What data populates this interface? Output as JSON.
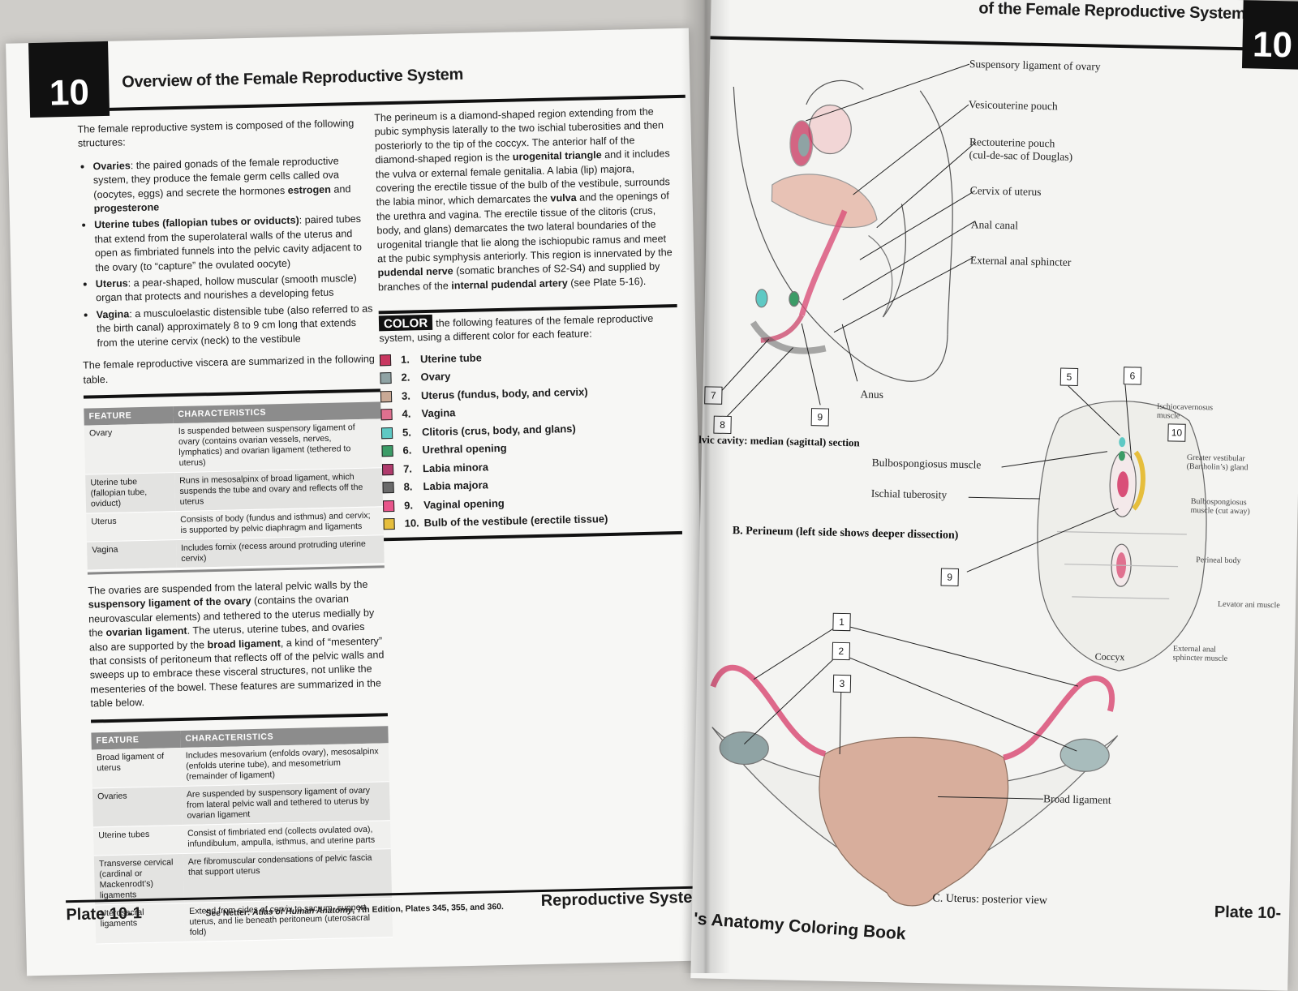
{
  "left_page": {
    "chapter_number": "10",
    "title": "Overview of the Female Reproductive System",
    "intro": "The female reproductive system is composed of the following structures:",
    "structures": [
      {
        "term": "Ovaries",
        "text_a": ": the paired gonads of the female reproductive system, they produce the female germ cells called ova (oocytes, eggs) and secrete the hormones ",
        "bold_a": "estrogen",
        "text_b": " and ",
        "bold_b": "progesterone",
        "text_c": ""
      },
      {
        "term": "Uterine tubes (fallopian tubes or oviducts)",
        "text_a": ": paired tubes that extend from the superolateral walls of the uterus and open as fimbriated funnels into the pelvic cavity adjacent to the ovary (to “capture” the ovulated oocyte)",
        "bold_a": "",
        "text_b": "",
        "bold_b": "",
        "text_c": ""
      },
      {
        "term": "Uterus",
        "text_a": ": a pear-shaped, hollow muscular (smooth muscle) organ that protects and nourishes a developing fetus",
        "bold_a": "",
        "text_b": "",
        "bold_b": "",
        "text_c": ""
      },
      {
        "term": "Vagina",
        "text_a": ": a musculoelastic distensible tube (also referred to as the birth canal) approximately 8 to 9 cm long that extends from the uterine cervix (neck) to the vestibule",
        "bold_a": "",
        "text_b": "",
        "bold_b": "",
        "text_c": ""
      }
    ],
    "table1_intro": "The female reproductive viscera are summarized in the following table.",
    "table1": {
      "headers": [
        "FEATURE",
        "CHARACTERISTICS"
      ],
      "rows": [
        [
          "Ovary",
          "Is suspended between suspensory ligament of ovary (contains ovarian vessels, nerves, lymphatics) and ovarian ligament (tethered to uterus)"
        ],
        [
          "Uterine tube (fallopian tube, oviduct)",
          "Runs in mesosalpinx of broad ligament, which suspends the tube and ovary and reflects off the uterus"
        ],
        [
          "Uterus",
          "Consists of body (fundus and isthmus) and cervix; is supported by pelvic diaphragm and ligaments"
        ],
        [
          "Vagina",
          "Includes fornix (recess around protruding uterine cervix)"
        ]
      ]
    },
    "ovary_paragraph": [
      {
        "t": "The ovaries are suspended from the lateral pelvic walls by the ",
        "b": false
      },
      {
        "t": "suspensory ligament of the ovary",
        "b": true
      },
      {
        "t": " (contains the ovarian neurovascular elements) and tethered to the uterus medially by the ",
        "b": false
      },
      {
        "t": "ovarian ligament",
        "b": true
      },
      {
        "t": ". The uterus, uterine tubes, and ovaries also are supported by the ",
        "b": false
      },
      {
        "t": "broad ligament",
        "b": true
      },
      {
        "t": ", a kind of “mesentery” that consists of peritoneum that reflects off of the pelvic walls and sweeps up to embrace these visceral structures, not unlike the mesenteries of the bowel. These features are summarized in the table below.",
        "b": false
      }
    ],
    "table2": {
      "headers": [
        "FEATURE",
        "CHARACTERISTICS"
      ],
      "rows": [
        [
          "Broad ligament of uterus",
          "Includes mesovarium (enfolds ovary), mesosalpinx (enfolds uterine tube), and mesometrium (remainder of ligament)"
        ],
        [
          "Ovaries",
          "Are suspended by suspensory ligament of ovary from lateral pelvic wall and tethered to uterus by ovarian ligament"
        ],
        [
          "Uterine tubes",
          "Consist of fimbriated end (collects ovulated ova), infundibulum, ampulla, isthmus, and uterine parts"
        ],
        [
          "Transverse cervical (cardinal or Mackenrodt’s) ligaments",
          "Are fibromuscular condensations of pelvic fascia that support uterus"
        ],
        [
          "Uterosacral ligaments",
          "Extend from sides of cervix to sacrum, support uterus, and lie beneath peritoneum (uterosacral fold)"
        ]
      ]
    },
    "perineum_paragraph": [
      {
        "t": "The perineum is a diamond-shaped region extending from the pubic symphysis laterally to the two ischial tuberosities and then posteriorly to the tip of the coccyx. The anterior half of the diamond-shaped region is the ",
        "b": false
      },
      {
        "t": "urogenital triangle",
        "b": true
      },
      {
        "t": " and it includes the vulva or external female genitalia. A labia (lip) majora, covering the erectile tissue of the bulb of the vestibule, surrounds the labia minor, which demarcates the ",
        "b": false
      },
      {
        "t": "vulva",
        "b": true
      },
      {
        "t": " and the openings of the urethra and vagina. The erectile tissue of the clitoris (crus, body, and glans) demarcates the two lateral boundaries of the urogenital triangle that lie along the ischiopubic ramus and meet at the pubic symphysis anteriorly. This region is innervated by the ",
        "b": false
      },
      {
        "t": "pudendal nerve",
        "b": true
      },
      {
        "t": " (somatic branches of S2-S4) and supplied by branches of the ",
        "b": false
      },
      {
        "t": "internal pudendal artery",
        "b": true
      },
      {
        "t": " (see Plate 5-16).",
        "b": false
      }
    ],
    "color_section": {
      "tag": "COLOR",
      "intro": "the following features of the female reproductive system, using a different color for each feature:",
      "items": [
        {
          "num": "1.",
          "label": "Uterine tube",
          "color": "#c8365f"
        },
        {
          "num": "2.",
          "label": "Ovary",
          "color": "#8fa3a4"
        },
        {
          "num": "3.",
          "label": "Uterus (fundus, body, and cervix)",
          "color": "#c9a995"
        },
        {
          "num": "4.",
          "label": "Vagina",
          "color": "#e0708f"
        },
        {
          "num": "5.",
          "label": "Clitoris (crus, body, and glans)",
          "color": "#5ec9c4"
        },
        {
          "num": "6.",
          "label": "Urethral opening",
          "color": "#3c9c67"
        },
        {
          "num": "7.",
          "label": "Labia minora",
          "color": "#b03b6c"
        },
        {
          "num": "8.",
          "label": "Labia majora",
          "color": "#6a6a6a"
        },
        {
          "num": "9.",
          "label": "Vaginal opening",
          "color": "#e8558a"
        },
        {
          "num": "10.",
          "label": "Bulb of the vestibule (erectile tissue)",
          "color": "#e6be3c"
        }
      ]
    },
    "footer": {
      "plate": "Plate 10-1",
      "see_prefix": "See Netter: ",
      "see_title": "Atlas of Human Anatomy",
      "see_suffix": ", 7th Edition, Plates 345, 355, and 360.",
      "section": "Reproductive System"
    }
  },
  "right_page": {
    "title": "of the Female Reproductive System",
    "chapter_number": "10",
    "sagittal_labels": [
      "Suspensory ligament of ovary",
      "Vesicouterine pouch",
      "Rectouterine pouch",
      "(cul-de-sac of Douglas)",
      "Cervix of uterus",
      "Anal canal",
      "External anal sphincter",
      "Anus"
    ],
    "sagittal_caption": "A. Pelvic cavity: median (sagittal) section",
    "sagittal_caption_visible": "lvic cavity: median (sagittal) section",
    "perineum_labels": [
      "Bulbospongiosus muscle",
      "Ischial tuberosity",
      "Coccyx"
    ],
    "perineum_small_labels": [
      "Ischiocavernosus muscle",
      "Greater vestibular (Bartholin’s) gland",
      "Bulbospongiosus muscle (cut away)",
      "Perineal body",
      "Levator ani muscle",
      "External anal sphincter muscle"
    ],
    "perineum_caption": "B. Perineum (left side shows deeper dissection)",
    "uterus_labels": [
      "Broad ligament"
    ],
    "uterus_caption": "C. Uterus: posterior view",
    "number_boxes": [
      "1",
      "2",
      "3",
      "5",
      "6",
      "7",
      "8",
      "9",
      "9",
      "10"
    ],
    "plate": "Plate 10-",
    "book": "'s Anatomy Coloring Book"
  }
}
